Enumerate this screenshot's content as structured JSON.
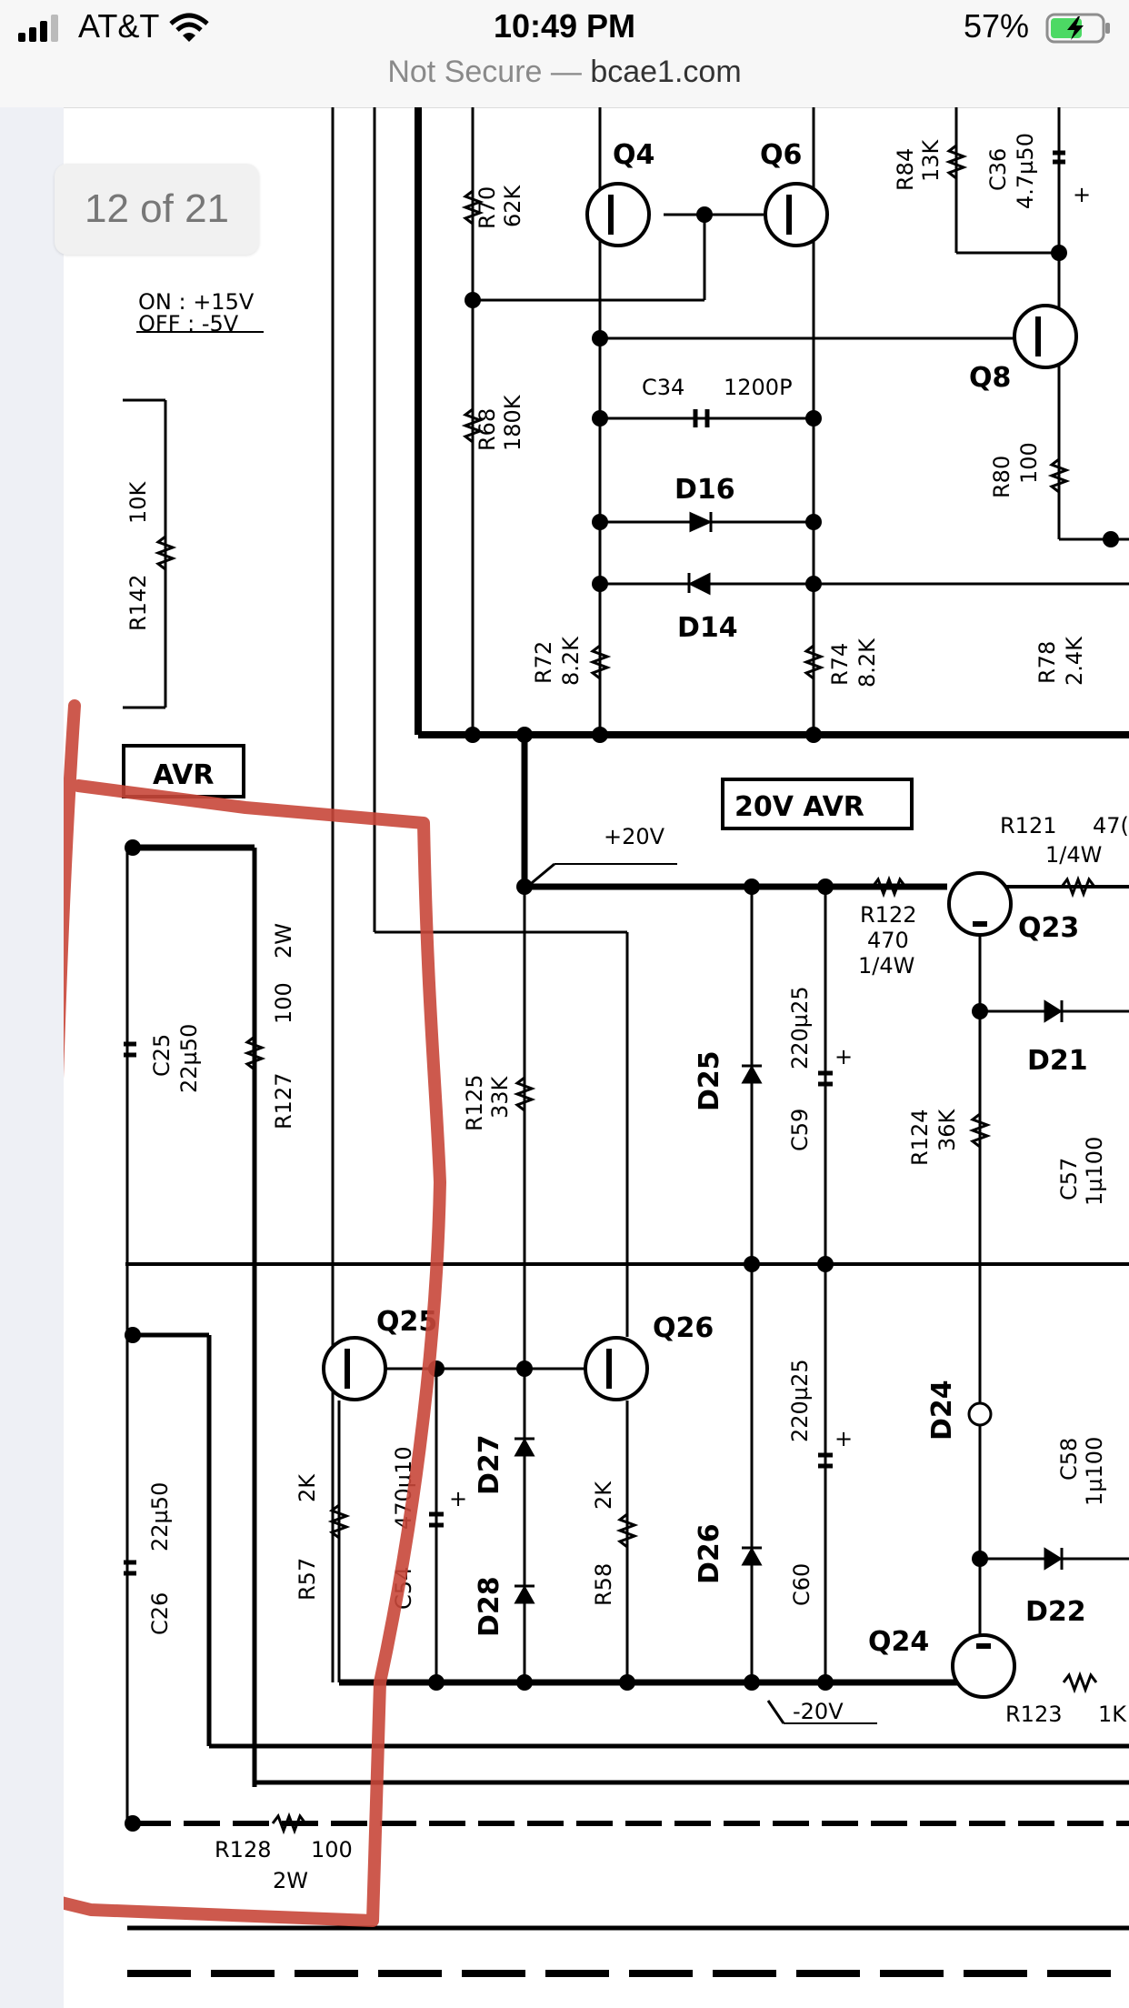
{
  "status_bar": {
    "carrier": "AT&T",
    "time": "10:49 PM",
    "battery": "57%",
    "url_prefix": "Not Secure —",
    "url_domain": "bcae1.com"
  },
  "page_counter": "12 of 21",
  "schematic": {
    "labels": {
      "q4": "Q4",
      "q6": "Q6",
      "q8": "Q8",
      "q23": "Q23",
      "q24": "Q24",
      "q25": "Q25",
      "q26": "Q26",
      "r84": "R84",
      "r84v": "13K",
      "c36": "C36",
      "c36v": "4.7µ50",
      "r70": "R70",
      "r70v": "62K",
      "r68": "R68",
      "r68v": "180K",
      "on": "ON : +15V",
      "off": "OFF : -5V",
      "c34": "C34",
      "c34v": "1200P",
      "d16": "D16",
      "d14": "D14",
      "r80": "R80",
      "r80v": "100",
      "r142": "R142",
      "r142v": "10K",
      "r72": "R72",
      "r72v": "8.2K",
      "r74": "R74",
      "r74v": "8.2K",
      "r78": "R78",
      "r78v": "2.4K",
      "avr": "AVR",
      "avr20": "20V AVR",
      "p20v": "+20V",
      "m20v": "-20V",
      "r121": "R121",
      "r121v": "47(",
      "r121w": "1/4W",
      "r122": "R122",
      "r122v": "470",
      "r122w": "1/4W",
      "r127": "R127",
      "r127v": "100",
      "r127w": "2W",
      "c25": "C25",
      "c25v": "22µ50",
      "r125": "R125",
      "r125v": "33K",
      "d25": "D25",
      "c59": "C59",
      "c59v": "220µ25",
      "r124": "R124",
      "r124v": "36K",
      "d21": "D21",
      "c57": "C57",
      "c57v": "1µ100",
      "c26": "C26",
      "c26v": "22µ50",
      "r57": "R57",
      "r57v": "2K",
      "c54": "C54",
      "c54v": "470µ10",
      "d27": "D27",
      "d28": "D28",
      "r58": "R58",
      "r58v": "2K",
      "d26": "D26",
      "c60": "C60",
      "c60v": "220µ25",
      "d24": "D24",
      "c58": "C58",
      "c58v": "1µ100",
      "d22": "D22",
      "r123": "R123",
      "r123v": "1K",
      "r128": "R128",
      "r128v": "100",
      "r128w": "2W",
      "plus": "+"
    }
  }
}
